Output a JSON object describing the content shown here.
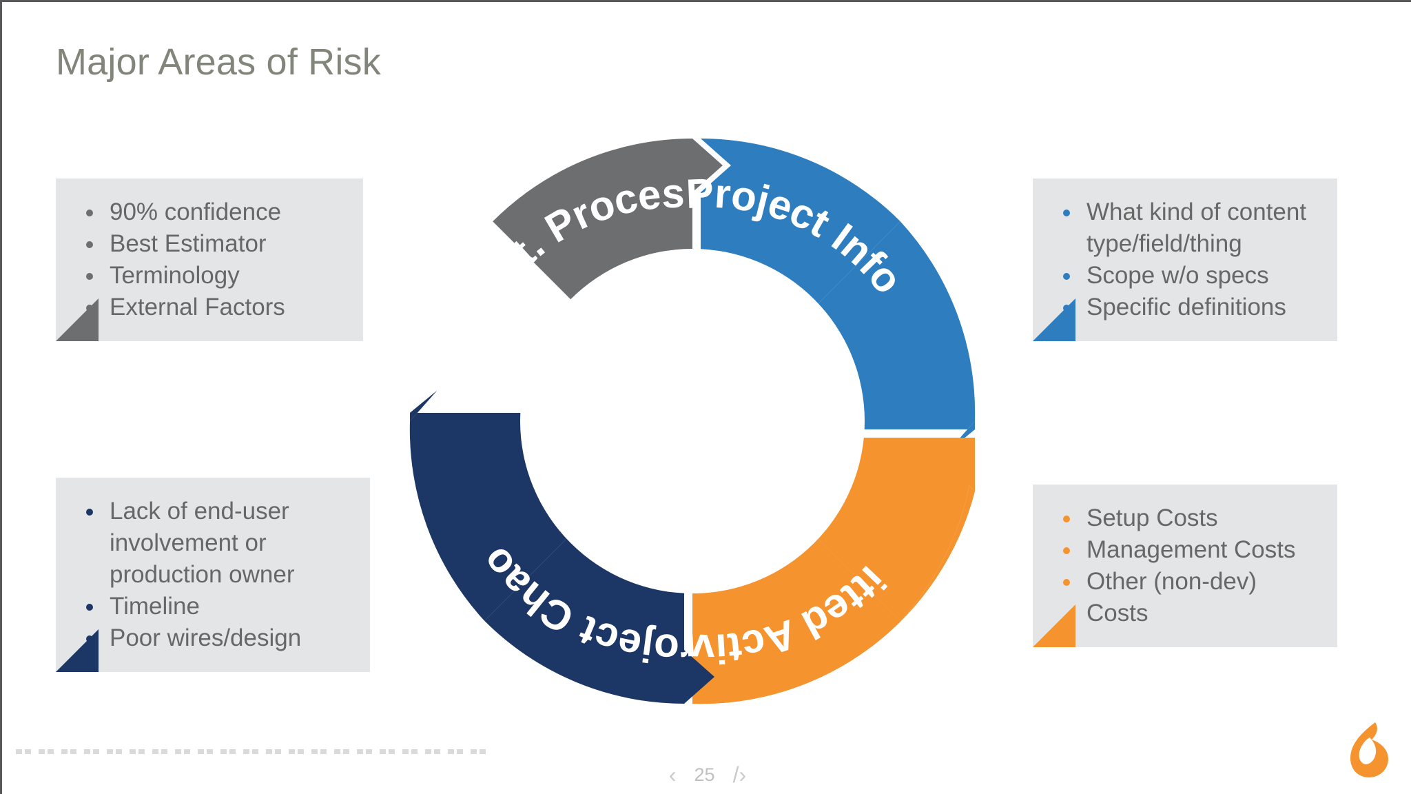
{
  "slide": {
    "title": "Major Areas of Risk",
    "title_color": "#82857a",
    "background": "#ffffff"
  },
  "colors": {
    "gray": "#6d6e70",
    "blue": "#2e7dbf",
    "orange": "#f5942e",
    "navy": "#1c3665",
    "box_fill": "#e4e5e6",
    "body_text": "#666766"
  },
  "diagram": {
    "type": "cycle-donut",
    "segment_count": 4,
    "segments": [
      {
        "label": "Est. Process",
        "color": "#6d6e70",
        "position": "top-left",
        "start_deg": 270,
        "end_deg": 360
      },
      {
        "label": "Project Info",
        "color": "#2e7dbf",
        "position": "top-right",
        "start_deg": 0,
        "end_deg": 90
      },
      {
        "label": "Omitted Activity",
        "color": "#f5942e",
        "position": "bottom-right",
        "start_deg": 90,
        "end_deg": 180
      },
      {
        "label": "Project Chaos",
        "color": "#1c3665",
        "position": "bottom-left",
        "start_deg": 180,
        "end_deg": 270
      }
    ]
  },
  "callouts": {
    "top_left": {
      "accent": "#6d6e70",
      "linked_segment": "Est. Process",
      "items": [
        {
          "text": "90% confidence",
          "bullet": true
        },
        {
          "text": "Best Estimator",
          "bullet": true
        },
        {
          "text": "Terminology",
          "bullet": true
        },
        {
          "text": "External Factors",
          "bullet": true
        }
      ]
    },
    "top_right": {
      "accent": "#2e7dbf",
      "linked_segment": "Project Info",
      "items": [
        {
          "text": "What kind of content",
          "bullet": true
        },
        {
          "text": "type/field/thing",
          "bullet": false
        },
        {
          "text": "Scope w/o specs",
          "bullet": true
        },
        {
          "text": "Specific definitions",
          "bullet": true
        }
      ]
    },
    "bottom_left": {
      "accent": "#1c3665",
      "linked_segment": "Project Chaos",
      "items": [
        {
          "text": "Lack of end-user",
          "bullet": true
        },
        {
          "text": "involvement or",
          "bullet": false
        },
        {
          "text": "production owner",
          "bullet": false
        },
        {
          "text": "Timeline",
          "bullet": true
        },
        {
          "text": "Poor wires/design",
          "bullet": true
        }
      ]
    },
    "bottom_right": {
      "accent": "#f5942e",
      "linked_segment": "Omitted Activity",
      "items": [
        {
          "text": "Setup Costs",
          "bullet": true
        },
        {
          "text": "Management Costs",
          "bullet": true
        },
        {
          "text": "Other (non-dev)",
          "bullet": true
        },
        {
          "text": "Costs",
          "bullet": false
        }
      ]
    }
  },
  "footer": {
    "page_number": "25",
    "prev_label": "‹",
    "next_label": "/›",
    "progress_total_segments": 62,
    "logo": "flame-logo",
    "logo_color": "#f5942e"
  }
}
